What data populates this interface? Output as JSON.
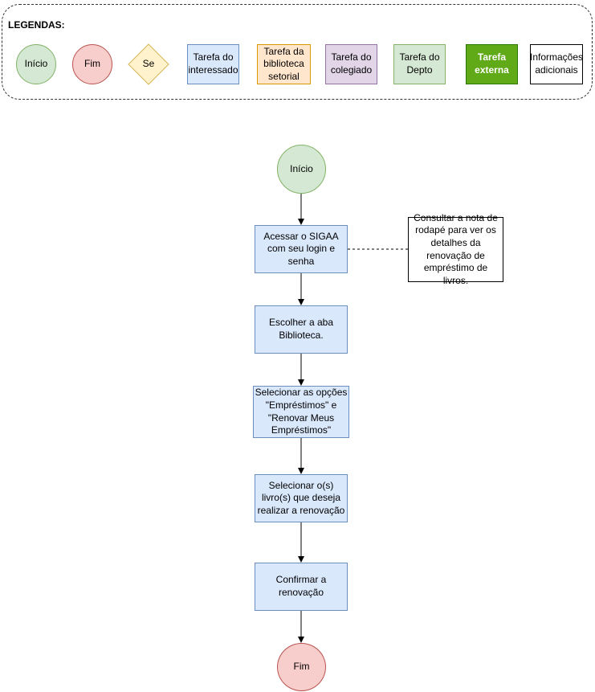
{
  "legend": {
    "title": "LEGENDAS:",
    "items": {
      "start": "Início",
      "end": "Fim",
      "decision": "Se",
      "task_interessado": "Tarefa do interessado",
      "task_biblioteca": "Tarefa da biblioteca setorial",
      "task_colegiado": "Tarefa do colegiado",
      "task_depto": "Tarefa do Depto",
      "task_externa": "Tarefa externa",
      "info": "Informações adicionais"
    }
  },
  "flow": {
    "start": "Início",
    "step1": "Acessar o SIGAA com seu login e senha",
    "step2": "Escolher a aba Biblioteca.",
    "step3": "Selecionar as opções \"Empréstimos\" e \"Renovar Meus Empréstimos\"",
    "step4": "Selecionar o(s) livro(s) que deseja realizar a renovação",
    "step5": "Confirmar a renovação",
    "end": "Fim",
    "note": "Consultar a nota de rodapé para ver os detalhes da renovação de empréstimo de livros."
  },
  "colors": {
    "interessado": "#dae8fc",
    "biblioteca": "#ffe6cc",
    "colegiado": "#e1d5e7",
    "depto": "#d5e8d4",
    "externa": "#60a917",
    "start": "#d5e8d4",
    "end": "#f8cecc",
    "decision": "#fff2cc"
  }
}
